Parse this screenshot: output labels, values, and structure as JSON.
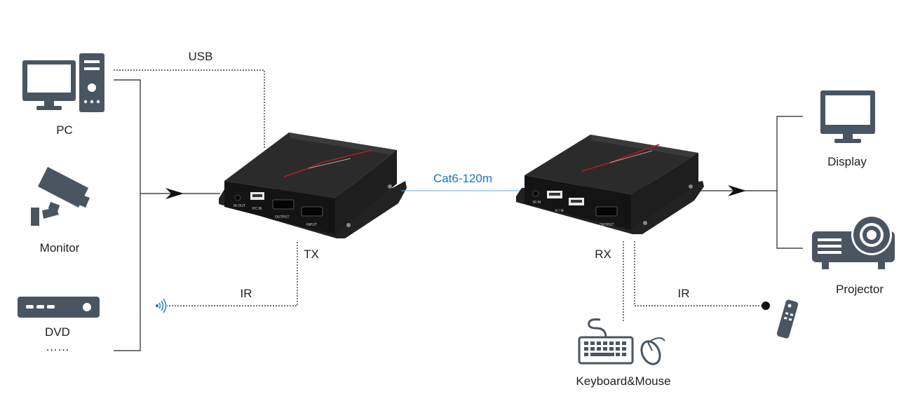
{
  "labels": {
    "usb": "USB",
    "pc": "PC",
    "monitor": "Monitor",
    "dvd": "DVD",
    "dvd_more": "……",
    "tx": "TX",
    "rx": "RX",
    "ir_left": "IR",
    "ir_right": "IR",
    "cable": "Cat6-120m",
    "display": "Display",
    "projector": "Projector",
    "keyboard_mouse": "Keyboard&Mouse"
  },
  "tx_ports": {
    "ir_out": "IR OUT",
    "pc_in": "PC IN",
    "output": "OUTPUT",
    "input": "INPUT"
  },
  "rx_ports": {
    "ir_in": "IR IN",
    "km": "K / M",
    "output": "OUTPUT"
  },
  "colors": {
    "icon": "#4a5562",
    "cable_label": "#1a73c9",
    "device_body": "#1b1b1b",
    "line": "#222222"
  }
}
